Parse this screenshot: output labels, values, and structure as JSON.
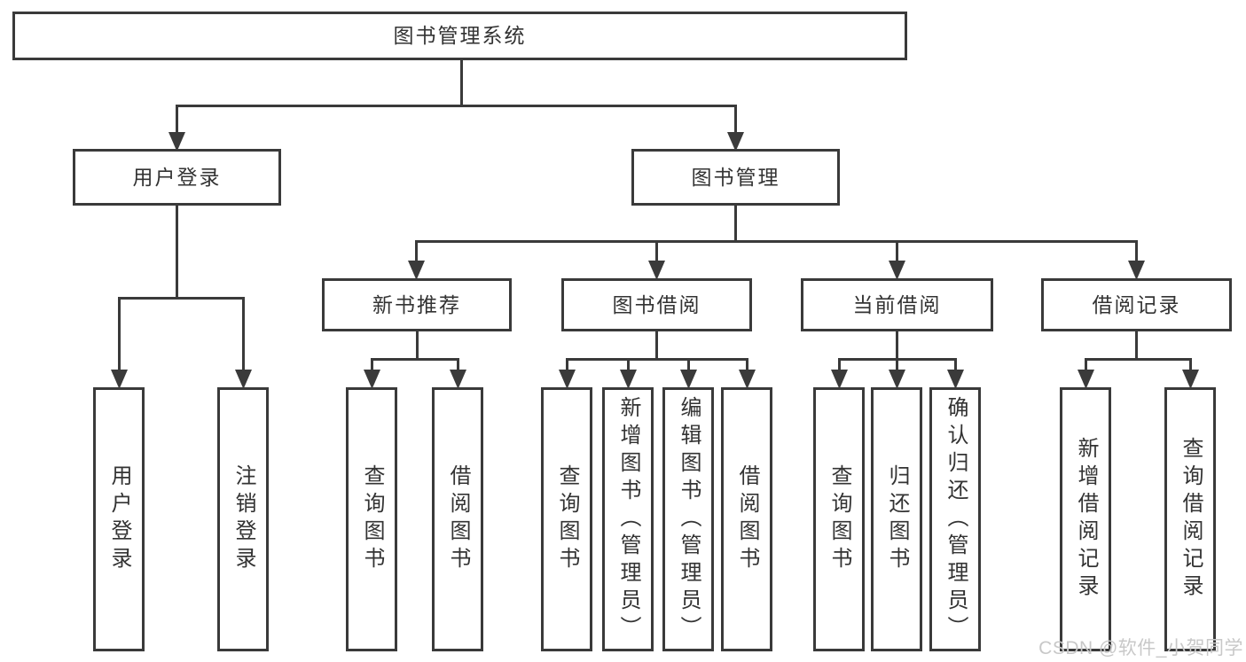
{
  "diagram": {
    "root": {
      "label": "图书管理系统"
    },
    "user_login": {
      "label": "用户登录",
      "children": [
        {
          "label": "用户登录"
        },
        {
          "label": "注销登录"
        }
      ]
    },
    "book_management": {
      "label": "图书管理",
      "sections": [
        {
          "label": "新书推荐",
          "children": [
            {
              "label": "查询图书"
            },
            {
              "label": "借阅图书"
            }
          ]
        },
        {
          "label": "图书借阅",
          "children": [
            {
              "label": "查询图书"
            },
            {
              "label": "新增图书（管理员）"
            },
            {
              "label": "编辑图书（管理员）"
            },
            {
              "label": "借阅图书"
            }
          ]
        },
        {
          "label": "当前借阅",
          "children": [
            {
              "label": "查询图书"
            },
            {
              "label": "归还图书"
            },
            {
              "label": "确认归还（管理员）"
            }
          ]
        },
        {
          "label": "借阅记录",
          "children": [
            {
              "label": "新增借阅记录"
            },
            {
              "label": "查询借阅记录"
            }
          ]
        }
      ]
    }
  },
  "watermark": {
    "text": "CSDN @软件_小贺同学"
  },
  "colors": {
    "line": "#3a3a3a",
    "text": "#333333",
    "box_background": "#ffffff",
    "watermark": "#c8c8c8",
    "page_background": "#ffffff"
  }
}
